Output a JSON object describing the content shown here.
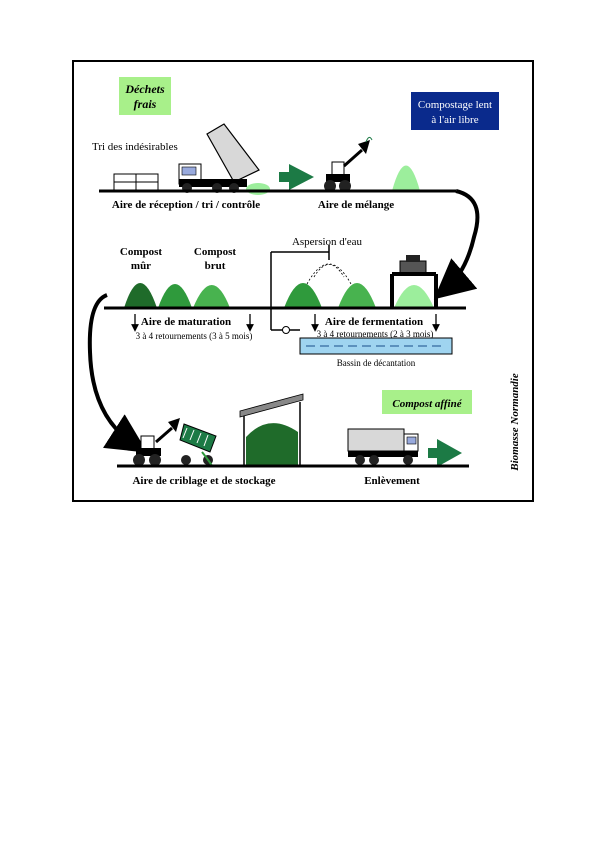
{
  "labels": {
    "dechets_frais_line1": "Déchets",
    "dechets_frais_line2": "frais",
    "compostage_line1": "Compostage lent",
    "compostage_line2": "à l'air libre",
    "tri_indesirables": "Tri des indésirables",
    "aire_reception": "Aire de réception / tri / contrôle",
    "aire_melange": "Aire de mélange",
    "compost_mur_line1": "Compost",
    "compost_mur_line2": "mûr",
    "compost_brut_line1": "Compost",
    "compost_brut_line2": "brut",
    "aspersion": "Aspersion d'eau",
    "aire_maturation": "Aire de maturation",
    "maturation_retournements": "3 à 4 retournements (3 à 5 mois)",
    "aire_fermentation": "Aire de fermentation",
    "fermentation_retournements": "3 à 4 retournements (2 à 3 mois)",
    "bassin": "Bassin de décantation",
    "compost_affine": "Compost affiné",
    "aire_criblage": "Aire de criblage et de stockage",
    "enlevement": "Enlèvement",
    "credit": "Biomasse Normandie"
  },
  "colors": {
    "label_box_green": "#a8f08a",
    "label_box_blue": "#0a2a8c",
    "pile_dark": "#1f6b2a",
    "pile_mid": "#2f9a3c",
    "pile_light": "#9cee9c",
    "arrow_green": "#1c7a45",
    "water": "#9fd4f0"
  }
}
